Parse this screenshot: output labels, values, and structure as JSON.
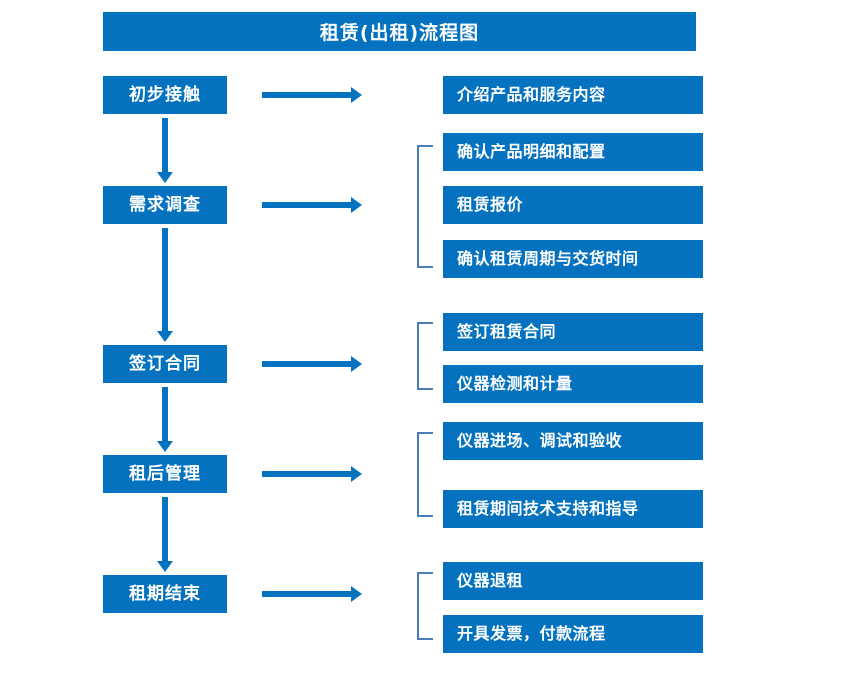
{
  "diagram": {
    "title": "租赁(出租)流程图",
    "colors": {
      "primary": "#0572bf",
      "bracket": "#4a7ebb",
      "text_on_primary": "#ffffff",
      "background": "#ffffff"
    },
    "stages": [
      {
        "label": "初步接触"
      },
      {
        "label": "需求调查"
      },
      {
        "label": "签订合同"
      },
      {
        "label": "租后管理"
      },
      {
        "label": "租期结束"
      }
    ],
    "details": [
      {
        "label": "介绍产品和服务内容"
      },
      {
        "label": "确认产品明细和配置"
      },
      {
        "label": "租赁报价"
      },
      {
        "label": "确认租赁周期与交货时间"
      },
      {
        "label": "签订租赁合同"
      },
      {
        "label": "仪器检测和计量"
      },
      {
        "label": "仪器进场、调试和验收"
      },
      {
        "label": "租赁期间技术支持和指导"
      },
      {
        "label": "仪器退租"
      },
      {
        "label": "开具发票，付款流程"
      }
    ]
  }
}
